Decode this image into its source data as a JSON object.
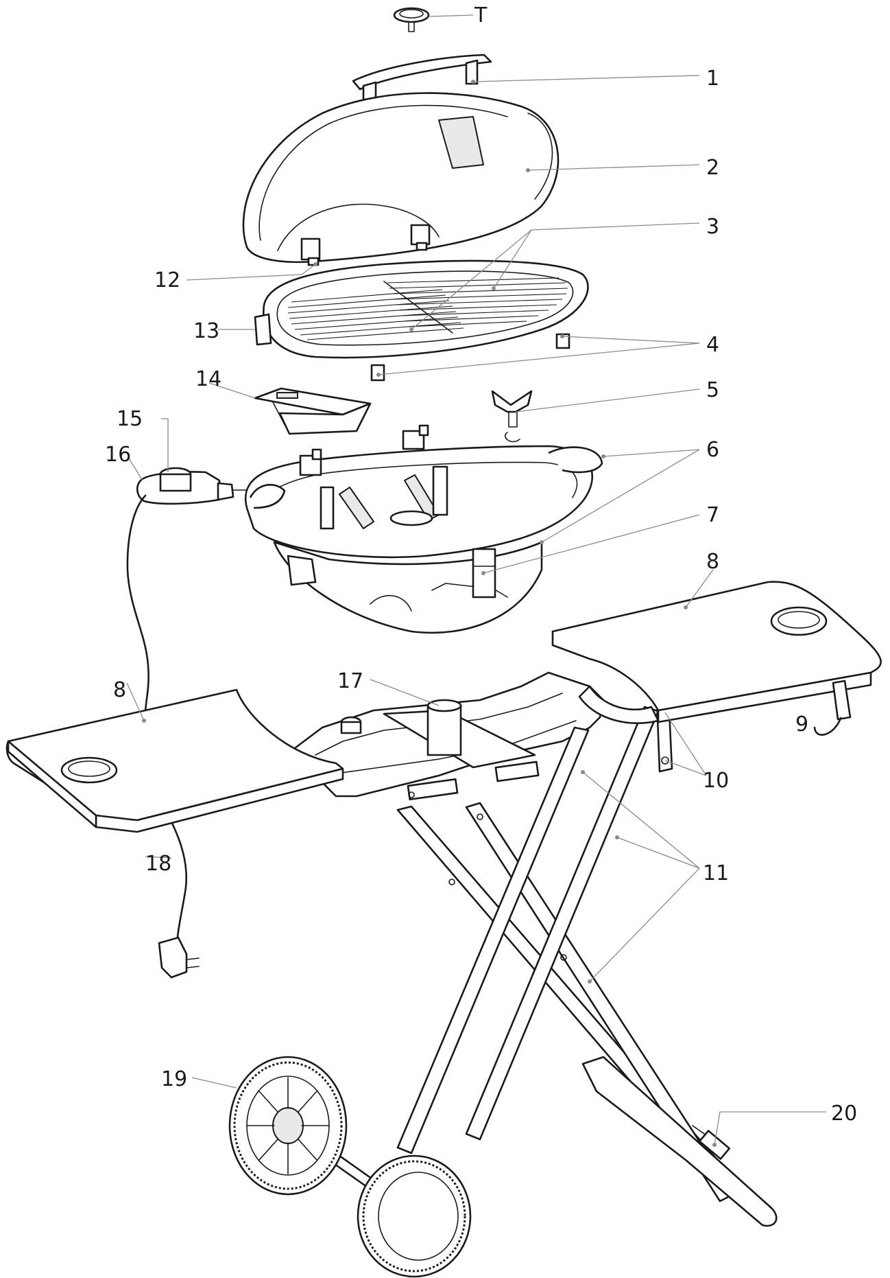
{
  "diagram": {
    "callouts": {
      "T": "T",
      "c1": "1",
      "c2": "2",
      "c3": "3",
      "c4": "4",
      "c5": "5",
      "c6": "6",
      "c7": "7",
      "c8a": "8",
      "c8b": "8",
      "c9": "9",
      "c10": "10",
      "c11": "11",
      "c12": "12",
      "c13": "13",
      "c14": "14",
      "c15": "15",
      "c16": "16",
      "c17": "17",
      "c18": "18",
      "c19": "19",
      "c20": "20"
    }
  }
}
